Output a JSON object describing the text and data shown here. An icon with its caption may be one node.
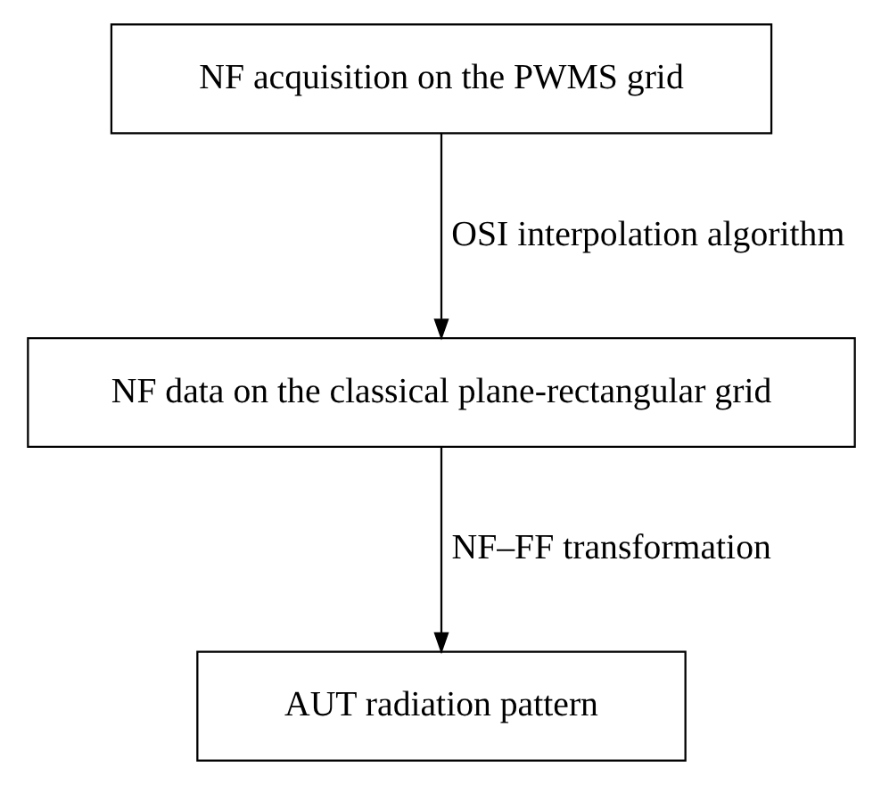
{
  "diagram": {
    "nodes": [
      {
        "text": [
          "NF acquisition on the PWMS grid"
        ]
      },
      {
        "text": [
          "NF data on the classical plane-rectangular grid"
        ]
      },
      {
        "text": [
          "AUT radiation pattern"
        ]
      }
    ],
    "edges": [
      {
        "from": 0,
        "to": 1,
        "arrow": "to",
        "label": "OSI interpolation algorithm"
      },
      {
        "from": 1,
        "to": 2,
        "arrow": "to",
        "label": "NF–FF transformation"
      }
    ]
  }
}
